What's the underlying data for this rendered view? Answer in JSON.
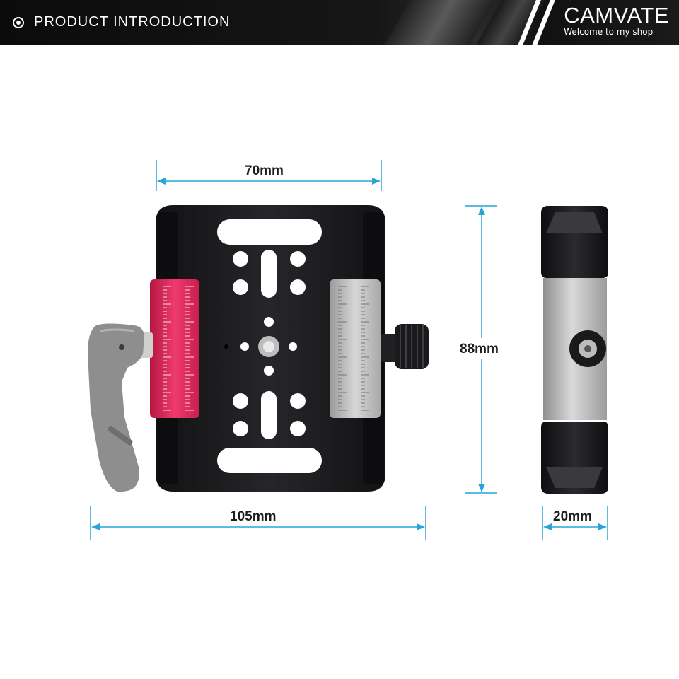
{
  "header": {
    "title": "PRODUCT INTRODUCTION",
    "brand_name": "CAMVATE",
    "brand_tagline": "Welcome to my shop"
  },
  "dimensions": {
    "top_width": "70mm",
    "height": "88mm",
    "total_width": "105mm",
    "side_depth": "20mm"
  },
  "colors": {
    "dimension_line": "#29a3d8",
    "plate_body": "#1c1c1e",
    "left_clamp": "#e0245e",
    "right_clamp": "#b8b8b8",
    "lever": "#8d8d8d"
  }
}
